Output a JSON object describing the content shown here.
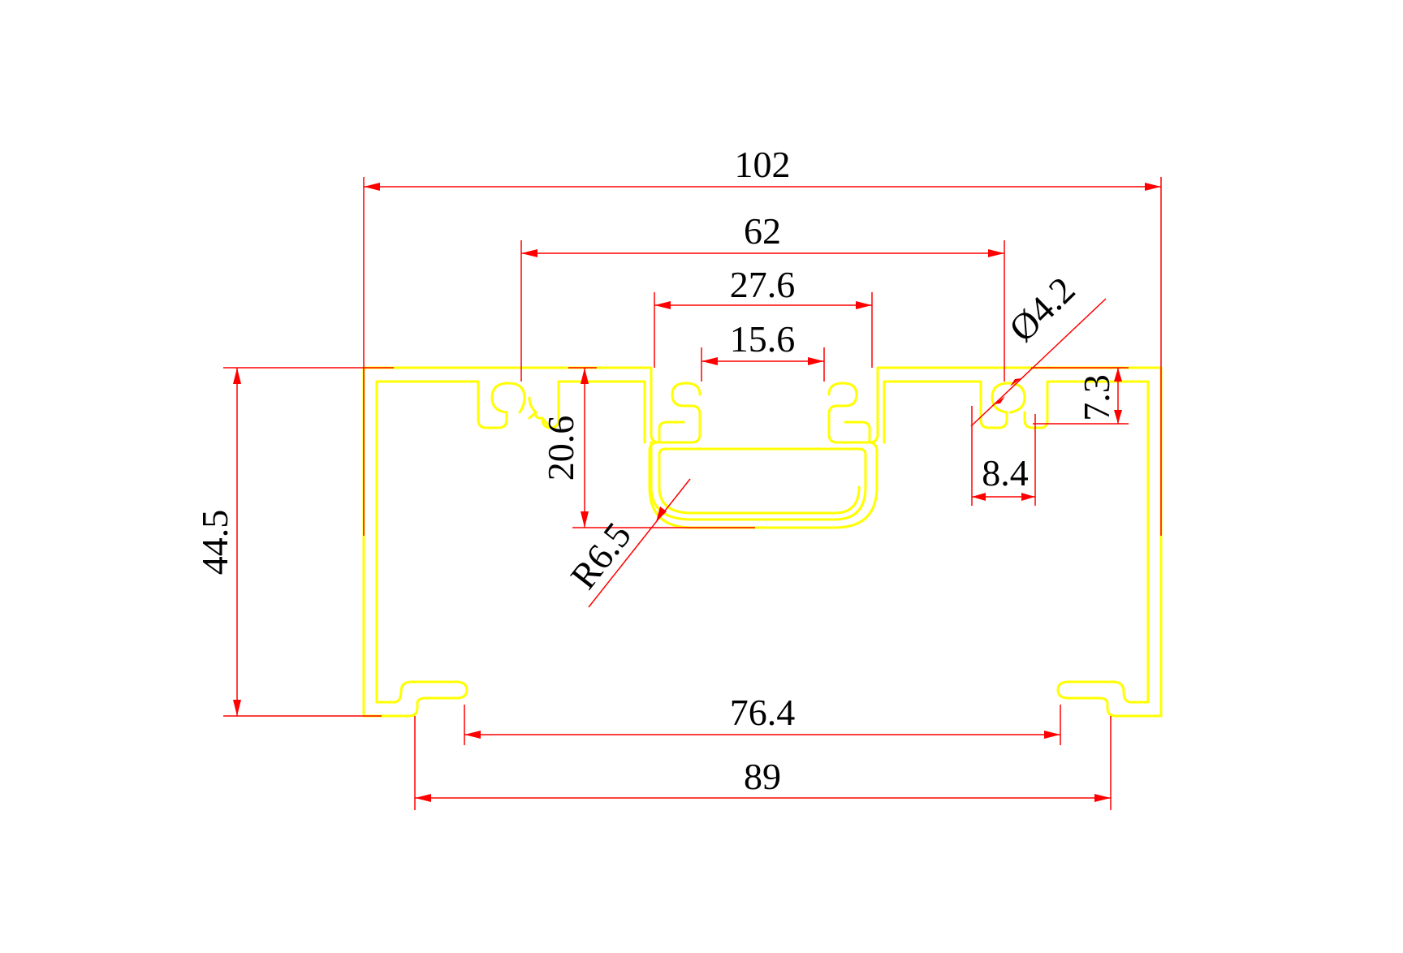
{
  "colors": {
    "profile": "#ffff00",
    "dimension": "#ff0000",
    "text": "#000000",
    "background": "#ffffff"
  },
  "dimensions": {
    "overall_width": "102",
    "slot_centers": "62",
    "channel_width": "27.6",
    "channel_opening": "15.6",
    "hole_diameter": "Ø4.2",
    "slot_depth": "7.3",
    "slot_width": "8.4",
    "channel_depth": "20.6",
    "corner_radius": "R6.5",
    "overall_height": "44.5",
    "foot_inner": "76.4",
    "foot_outer": "89"
  }
}
